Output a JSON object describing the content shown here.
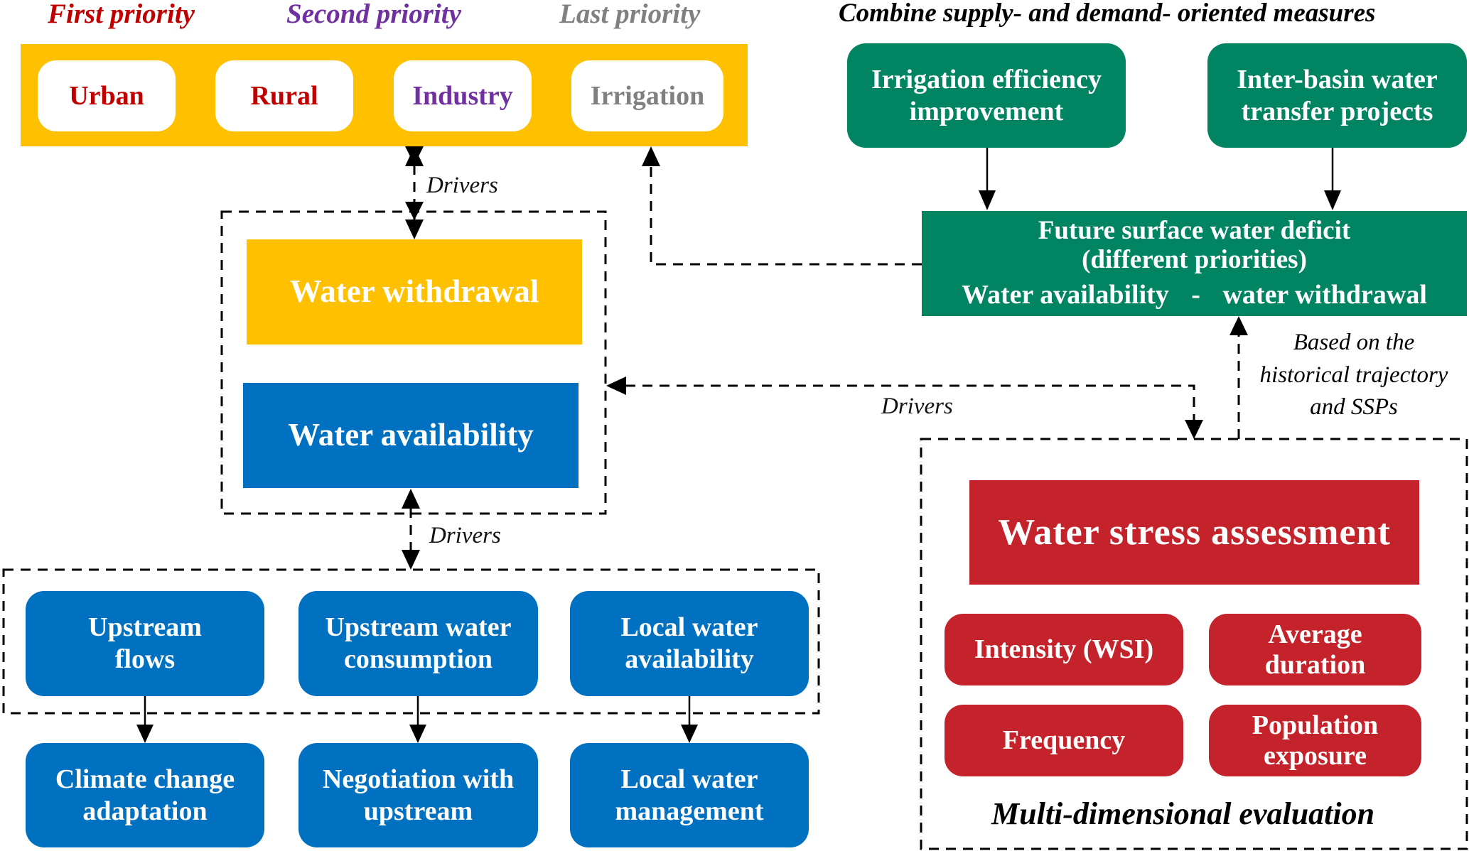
{
  "colors": {
    "first_priority": "#C00000",
    "second_priority": "#7030A0",
    "last_priority": "#808080",
    "sector_bar": "#FFC000",
    "measures_green": "#008462",
    "hydrology_blue": "#0070C0",
    "stress_red": "#C4232B"
  },
  "priorities": {
    "first": "First priority",
    "second": "Second priority",
    "last": "Last priority"
  },
  "sectors": [
    {
      "label": "Urban",
      "priority": "first"
    },
    {
      "label": "Rural",
      "priority": "first"
    },
    {
      "label": "Industry",
      "priority": "second"
    },
    {
      "label": "Irrigation",
      "priority": "last"
    }
  ],
  "measures": {
    "title": "Combine supply- and demand- oriented measures",
    "irrigation_efficiency": [
      "Irrigation efficiency",
      "improvement"
    ],
    "inter_basin": [
      "Inter-basin water",
      "transfer projects"
    ],
    "deficit": {
      "line1": "Future surface water deficit",
      "line2": "(different priorities)",
      "formula_left": "Water availability",
      "formula_op": "-",
      "formula_right": "water withdrawal"
    }
  },
  "core": {
    "withdrawal": "Water withdrawal",
    "availability": "Water availability"
  },
  "connectors": {
    "drivers_top": "Drivers",
    "drivers_middle": "Drivers",
    "drivers_bottom": "Drivers",
    "trajectory": [
      "Based on the",
      "historical trajectory",
      "and SSPs"
    ]
  },
  "hydrology": {
    "factors": [
      [
        "Upstream",
        "flows"
      ],
      [
        "Upstream water",
        "consumption"
      ],
      [
        "Local water",
        "availability"
      ]
    ],
    "responses": [
      [
        "Climate change",
        "adaptation"
      ],
      [
        "Negotiation with",
        "upstream"
      ],
      [
        "Local water",
        "management"
      ]
    ]
  },
  "stress": {
    "title": "Water stress assessment",
    "metrics": [
      [
        "Intensity (WSI)"
      ],
      [
        "Average",
        "duration"
      ],
      [
        "Frequency"
      ],
      [
        "Population",
        "exposure"
      ]
    ],
    "caption": "Multi-dimensional evaluation"
  }
}
